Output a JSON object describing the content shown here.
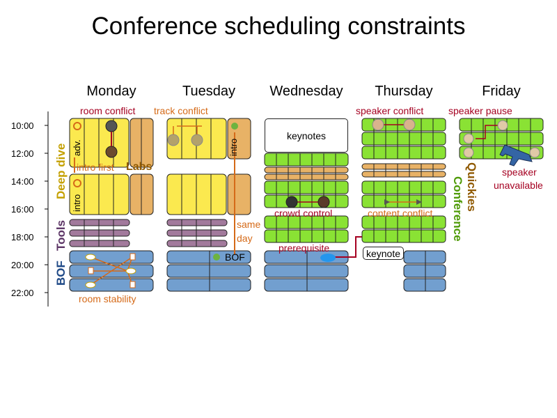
{
  "title": "Conference scheduling constraints",
  "days": [
    "Monday",
    "Tuesday",
    "Wednesday",
    "Thursday",
    "Friday"
  ],
  "times": [
    "10:00",
    "12:00",
    "14:00",
    "16:00",
    "18:00",
    "20:00",
    "22:00"
  ],
  "track_labels": {
    "deep_dive": "Deep dive",
    "tools": "Tools",
    "bof": "BOF",
    "labs": "Labs",
    "quickies": "Quickies",
    "conference": "Conference"
  },
  "room_labels": {
    "adv": "adv.",
    "intro": "intro",
    "intro2": "intro",
    "intro_tue": "intro"
  },
  "session_labels": {
    "keynotes": "keynotes",
    "keynote": "keynote",
    "bof": "BOF"
  },
  "constraints": {
    "room_conflict": "room conflict",
    "track_conflict": "track conflict",
    "speaker_conflict": "speaker conflict",
    "speaker_pause": "speaker pause",
    "intro_first": "intro first",
    "same_day_1": "same",
    "same_day_2": "day",
    "crowd_control": "crowd control",
    "content_conflict": "content conflict",
    "prerequisite": "prerequisite",
    "speaker_unavailable_1": "speaker",
    "speaker_unavailable_2": "unavailable",
    "room_stability": "room stability"
  },
  "colors": {
    "yellow": "#fbe94f",
    "orange": "#e8b266",
    "purple": "#a27a9c",
    "blue": "#729fcf",
    "green": "#8ae234",
    "red": "#a50021",
    "orange_text": "#d56a18",
    "deep_dive": "#c4a000",
    "tools": "#5c3566",
    "bof": "#204a87",
    "labs": "#8f5902",
    "quickies": "#8f5902",
    "conference": "#4e9a06"
  }
}
